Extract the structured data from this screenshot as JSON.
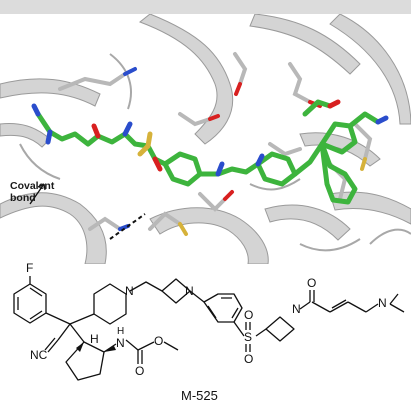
{
  "annotation": {
    "line1": "Covalent",
    "line2": "bond"
  },
  "compound": {
    "name": "M-525",
    "atoms": {
      "F": "F",
      "N_piperidine": "N",
      "N_azetidine1": "N",
      "N_azetidine2": "N",
      "N_amine": "N",
      "S": "S",
      "O_sulfonyl_top": "O",
      "O_sulfonyl_bottom": "O",
      "O_amide": "O",
      "NC": "NC",
      "H": "H",
      "H_carbamate": "H",
      "N_carbamate": "N",
      "O_carbamate": "O",
      "O_methoxy": "O"
    }
  },
  "colors": {
    "ligand": "#3db43d",
    "nitrogen": "#2a4dcc",
    "oxygen": "#d82020",
    "sulfur": "#d6b23a",
    "protein": "#c8c8c8"
  }
}
